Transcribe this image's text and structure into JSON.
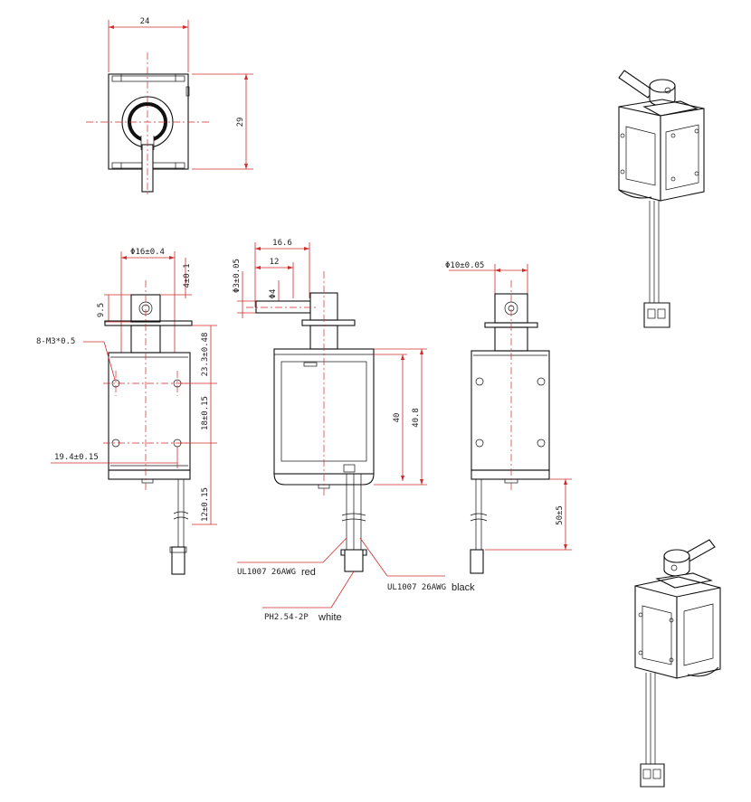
{
  "top_view": {
    "width_dim": "24",
    "height_dim": "29"
  },
  "front_view": {
    "diameter_dim": "Φ16±0.4",
    "offset_dim": "4±0.1",
    "height_9_5": "9.5",
    "hole_label": "8-M3*0.5",
    "pitch_1": "23.3±0.48",
    "pitch_2": "18±0.15",
    "pitch_3": "12±0.15",
    "width_dim": "19.4±0.15"
  },
  "side_view": {
    "length_16_6": "16.6",
    "length_12": "12",
    "shaft_dia": "Φ3±0.05",
    "pin_dia": "Φ4",
    "height_40": "40",
    "height_40_8": "40.8"
  },
  "right_view": {
    "diameter_dim": "Φ10±0.05",
    "wire_len": "50±5"
  },
  "wires": {
    "red_spec": "UL1007 26AWG",
    "red_color": "red",
    "black_spec": "UL1007 26AWG",
    "black_color": "black",
    "connector_spec": "PH2.54-2P",
    "connector_color": "white"
  },
  "colors": {
    "dimension": "#d12a2a",
    "outline": "#111111"
  }
}
